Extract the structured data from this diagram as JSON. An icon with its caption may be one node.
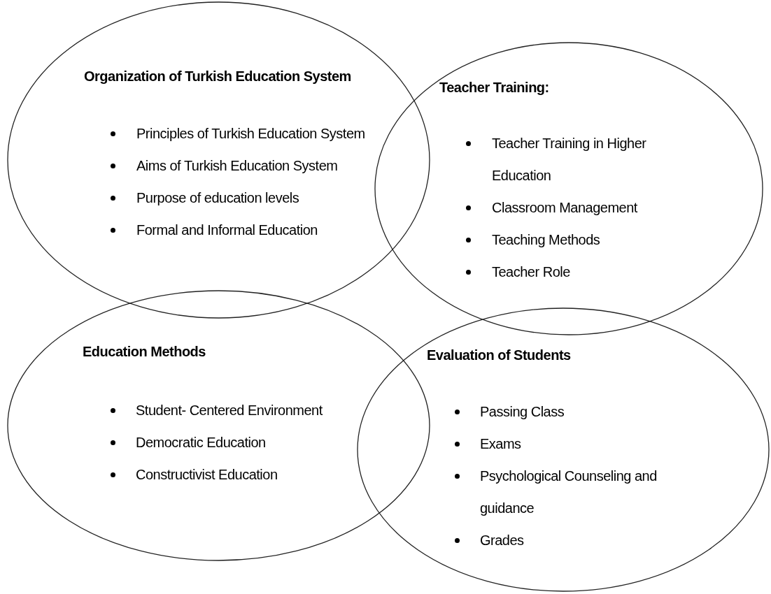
{
  "diagram": {
    "nodes": [
      {
        "text": [
          "Organization of Turkish Education System",
          "Principles of Turkish Education System",
          "Aims of Turkish Education System",
          "Purpose of education levels",
          "Formal and Informal Education"
        ]
      },
      {
        "text": [
          "Teacher Training:",
          "Teacher Training in Higher Education",
          "Classroom Management",
          "Teaching Methods",
          "Teacher Role"
        ]
      },
      {
        "text": [
          "Education Methods",
          "Student- Centered Environment",
          "Democratic Education",
          "Constructivist Education"
        ]
      },
      {
        "text": [
          "Evaluation of Students",
          "Passing Class",
          "Exams",
          "Psychological Counseling and guidance",
          "Grades"
        ]
      }
    ]
  }
}
